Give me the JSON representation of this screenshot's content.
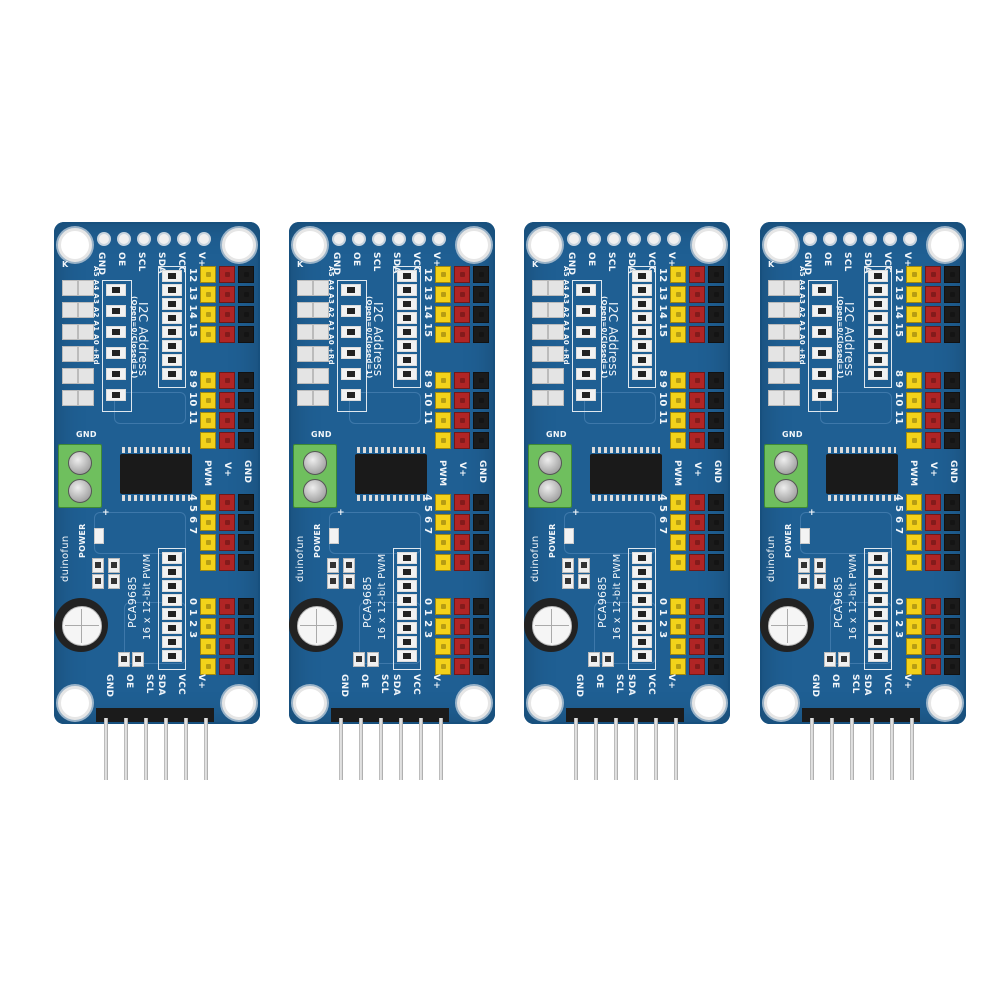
{
  "scene": {
    "description": "Product photo of four identical PCA9685 16-channel 12-bit PWM servo driver boards",
    "background": "#ffffff",
    "board_count": 4,
    "colors": {
      "pcb": "#1f5f93",
      "signal_header": "#f3d21a",
      "power_header": "#b02525",
      "ground_header": "#1b1b1b",
      "terminal_block": "#6fbf5e"
    }
  },
  "board": {
    "top_pins": [
      "GND",
      "OE",
      "SCL",
      "SDA",
      "VCC",
      "V+"
    ],
    "bottom_pins": [
      "GND",
      "OE",
      "SCL",
      "SDA",
      "VCC",
      "V+"
    ],
    "address_label": "I2C Address",
    "address_note": "(Open=0/Closed=1)",
    "address_bits": "A5 A4 A3 A2 A1 A0 +Rd",
    "corner_mark": "K",
    "channel_labels_top": "12 13 14 15",
    "channel_labels_mid1": "8 9 10 11",
    "channel_labels_mid2": "4 5 6 7",
    "channel_labels_bottom": "0 1 2 3",
    "column_labels": [
      "PWM",
      "V+",
      "GND"
    ],
    "terminal_label": "GND",
    "terminal_plus": "+",
    "brand": "duinofun",
    "power_label": "POWER",
    "chip_name": "PCA9685",
    "chip_desc": "16 x 12-bit PWM"
  }
}
